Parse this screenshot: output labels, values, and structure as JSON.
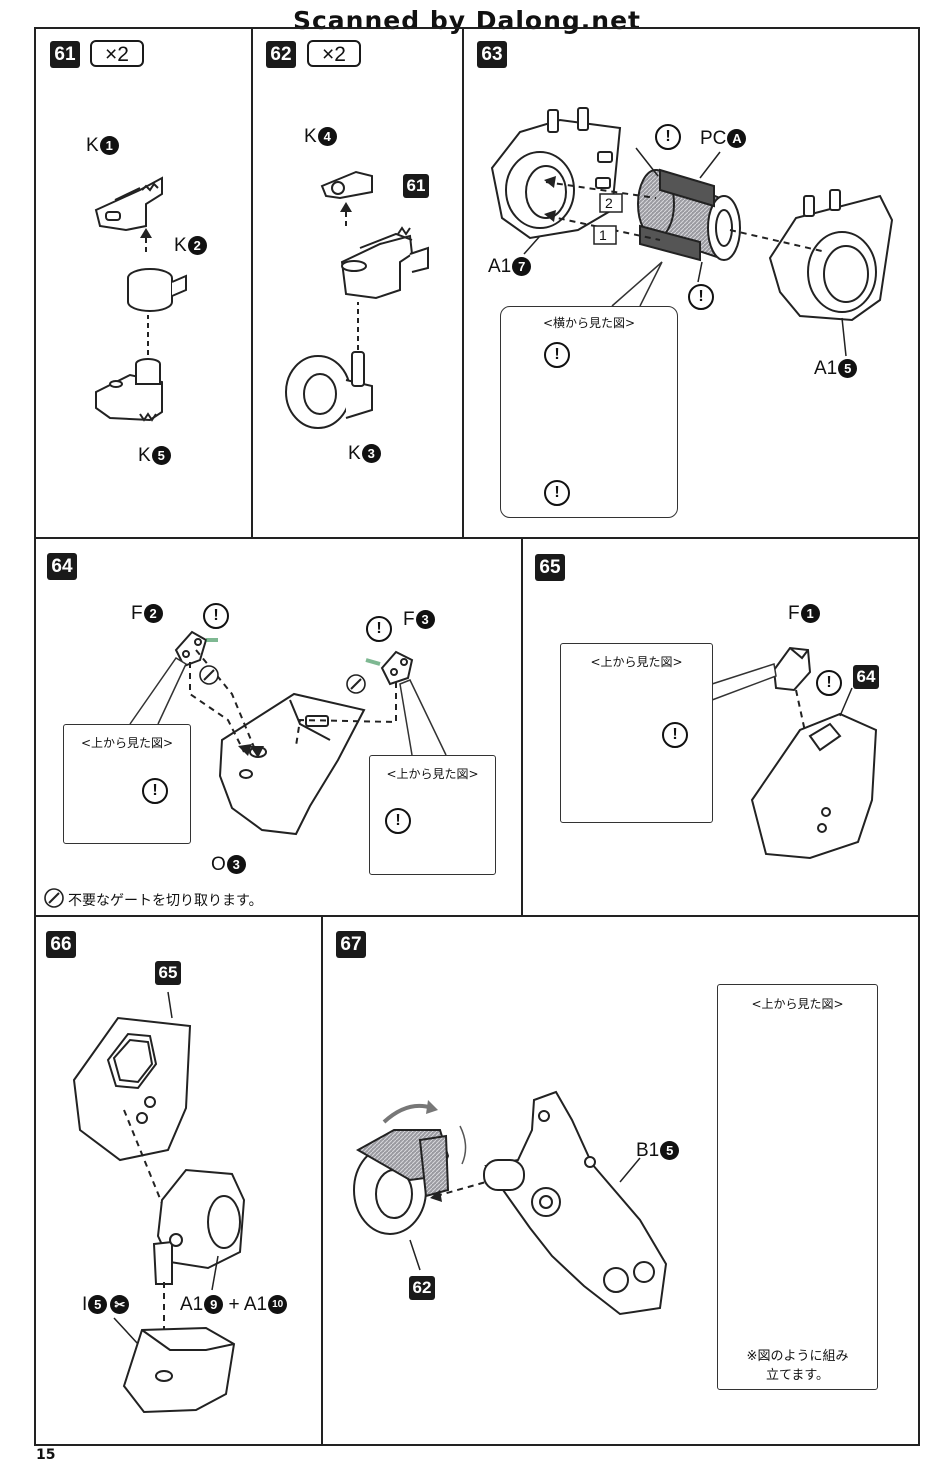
{
  "watermark": "Scanned by Dalong.net",
  "page_number": "15",
  "steps": {
    "s61": {
      "number": "61",
      "multiplier": "×2",
      "parts": {
        "top": "K",
        "top_n": "1",
        "mid": "K",
        "mid_n": "2",
        "bottom": "K",
        "bottom_n": "5"
      }
    },
    "s62": {
      "number": "62",
      "multiplier": "×2",
      "parts": {
        "top": "K",
        "top_n": "4",
        "sub": "61",
        "bottom": "K",
        "bottom_n": "3"
      }
    },
    "s63": {
      "number": "63",
      "parts": {
        "pc": "PC",
        "pc_n": "A",
        "left": "A1",
        "left_n": "7",
        "right": "A1",
        "right_n": "5",
        "order1": "1",
        "order2": "2"
      },
      "side_view_caption": "<横から見た図>"
    },
    "s64": {
      "number": "64",
      "parts": {
        "f_left": "F",
        "f_left_n": "2",
        "f_right": "F",
        "f_right_n": "3",
        "body": "O",
        "body_n": "3"
      },
      "top_view_caption": "<上から見た図>",
      "note": "不要なゲートを切り取ります。"
    },
    "s65": {
      "number": "65",
      "parts": {
        "f": "F",
        "f_n": "1",
        "sub": "64"
      },
      "top_view_caption": "<上から見た図>"
    },
    "s66": {
      "number": "66",
      "parts": {
        "sub": "65",
        "i": "I",
        "i_n": "5",
        "a_a": "A1",
        "a_a_n": "9",
        "plus": "+",
        "a_b": "A1",
        "a_b_n": "10"
      }
    },
    "s67": {
      "number": "67",
      "parts": {
        "b": "B1",
        "b_n": "5",
        "sub": "62"
      },
      "top_view_caption": "<上から見た図>",
      "note_line1": "※図のように組み",
      "note_line2": "立てます。"
    }
  },
  "alert_mark": "!"
}
